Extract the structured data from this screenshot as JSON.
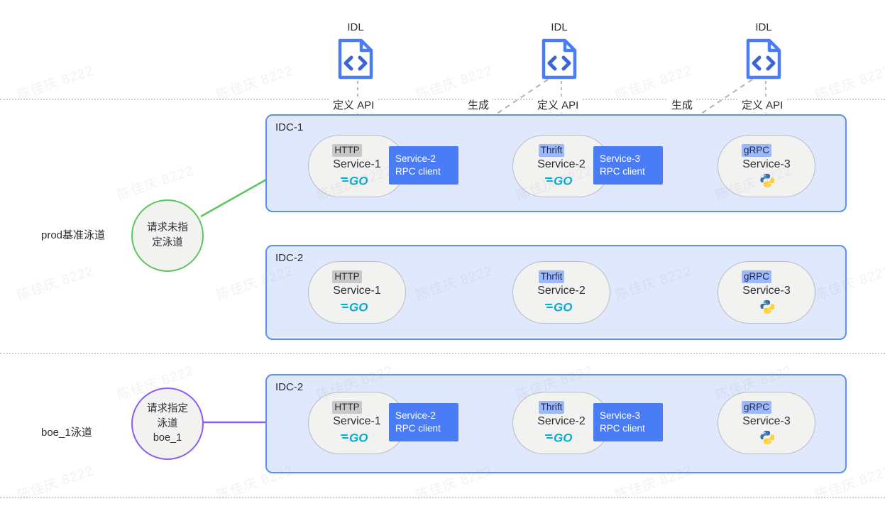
{
  "diagram": {
    "watermark": "陈佳庆 8222",
    "colors": {
      "idc_fill": "#dfe8fc",
      "idc_border": "#5b8ff9",
      "rpc_box": "#4a7cf6",
      "baseline_arrow": "#5bc85b",
      "lane_arrow": "#8b5cf6",
      "idl_icon": "#4a7cf6",
      "separator": "#c9cdd4",
      "go_logo": "#00ADD8",
      "python_blue": "#3a6ea5",
      "python_yellow": "#ffd43b"
    }
  },
  "idl_nodes": [
    {
      "id": "idl-1",
      "label": "IDL",
      "icon": "code-document-icon"
    },
    {
      "id": "idl-2",
      "label": "IDL",
      "icon": "code-document-icon"
    },
    {
      "id": "idl-3",
      "label": "IDL",
      "icon": "code-document-icon"
    }
  ],
  "edge_captions": [
    {
      "id": "define-api-1",
      "text": "定义 API"
    },
    {
      "id": "generate-1",
      "text": "生成"
    },
    {
      "id": "define-api-2",
      "text": "定义 API"
    },
    {
      "id": "generate-2",
      "text": "生成"
    },
    {
      "id": "define-api-3",
      "text": "定义 API"
    }
  ],
  "lanes": [
    {
      "id": "prod-baseline",
      "side_label": "prod基准泳道",
      "circle": {
        "lines": [
          "请求未指",
          "定泳道"
        ],
        "color": "green"
      },
      "groups": [
        {
          "id": "idc-1",
          "label": "IDC-1",
          "services": [
            {
              "id": "svc-1",
              "protocol": "HTTP",
              "protocol_style": "http",
              "name": "Service-1",
              "lang": "go",
              "rpc_client": {
                "service": "Service-2",
                "role": "RPC client"
              }
            },
            {
              "id": "svc-2",
              "protocol": "Thrift",
              "protocol_style": "blue",
              "name": "Service-2",
              "lang": "go",
              "rpc_client": {
                "service": "Service-3",
                "role": "RPC client"
              }
            },
            {
              "id": "svc-3",
              "protocol": "gRPC",
              "protocol_style": "blue",
              "name": "Service-3",
              "lang": "python",
              "rpc_client": null
            }
          ]
        },
        {
          "id": "idc-2-baseline",
          "label": "IDC-2",
          "services": [
            {
              "id": "svc-4",
              "protocol": "HTTP",
              "protocol_style": "http",
              "name": "Service-1",
              "lang": "go",
              "rpc_client": null
            },
            {
              "id": "svc-5",
              "protocol": "Thrfit",
              "protocol_style": "blue",
              "name": "Service-2",
              "lang": "go",
              "rpc_client": null
            },
            {
              "id": "svc-6",
              "protocol": "gRPC",
              "protocol_style": "blue",
              "name": "Service-3",
              "lang": "python",
              "rpc_client": null
            }
          ]
        }
      ]
    },
    {
      "id": "boe-1",
      "side_label": "boe_1泳道",
      "circle": {
        "lines": [
          "请求指定",
          "泳道",
          "boe_1"
        ],
        "color": "purple"
      },
      "groups": [
        {
          "id": "idc-2-boe",
          "label": "IDC-2",
          "services": [
            {
              "id": "svc-7",
              "protocol": "HTTP",
              "protocol_style": "http",
              "name": "Service-1",
              "lang": "go",
              "rpc_client": {
                "service": "Service-2",
                "role": "RPC client"
              }
            },
            {
              "id": "svc-8",
              "protocol": "Thrift",
              "protocol_style": "blue",
              "name": "Service-2",
              "lang": "go",
              "rpc_client": {
                "service": "Service-3",
                "role": "RPC client"
              }
            },
            {
              "id": "svc-9",
              "protocol": "gRPC",
              "protocol_style": "blue",
              "name": "Service-3",
              "lang": "python",
              "rpc_client": null
            }
          ]
        }
      ]
    }
  ]
}
